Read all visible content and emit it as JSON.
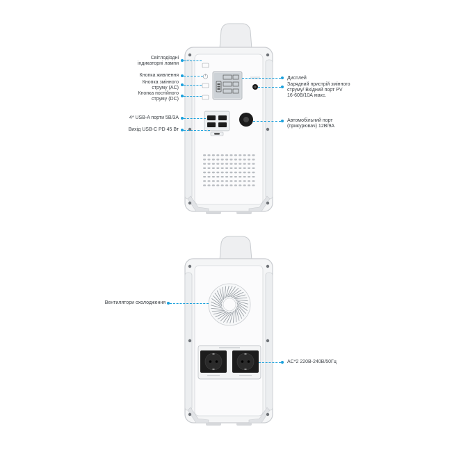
{
  "front_labels": {
    "led_indicators": [
      "Світлодіодні",
      "індикаторні лампи"
    ],
    "power_button": "Кнопка живлення",
    "ac_button": [
      "Кнопка змінного",
      "струму (AC)"
    ],
    "dc_button": [
      "Кнопка постійного",
      "струму (DC)"
    ],
    "usb_a": "4* USB-A порти 5В/3А",
    "usb_c": "Вихід USB-C PD 45 Вт",
    "display": "Дисплей",
    "ac_charger": [
      "Зарядний пристрій змінного",
      "струму/ Вхідний порт PV",
      "16-60В/10А макс."
    ],
    "car_port": [
      "Автомобільний порт",
      "(прикурювач) 12В/9А"
    ]
  },
  "back_labels": {
    "fans": "Вентилятори охолодження",
    "ac_outlets": "AC*2 220В-240В/50Гц"
  },
  "colors": {
    "accent": "#1aa0dc",
    "body": "#f4f5f6",
    "outline": "#c9ccd0",
    "dark": "#1c1c1c"
  }
}
